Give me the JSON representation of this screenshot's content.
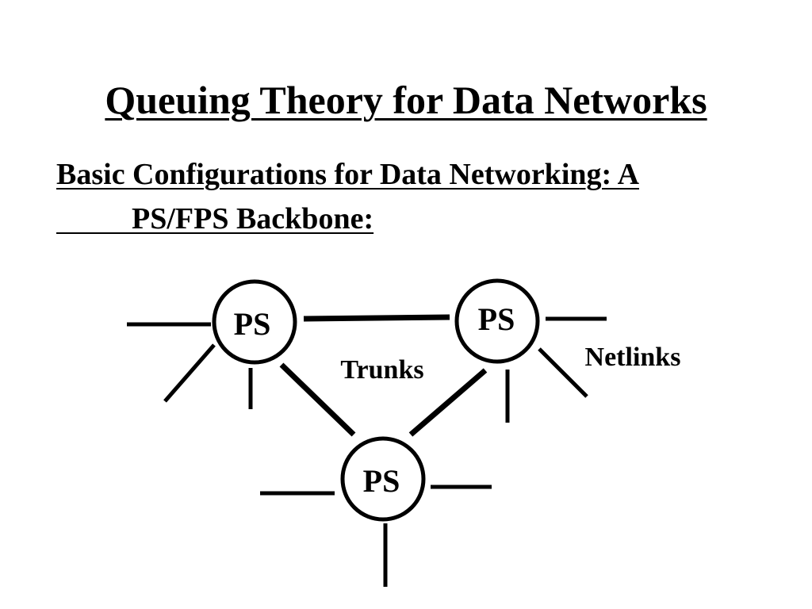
{
  "title": "Queuing Theory for Data Networks",
  "subtitle": {
    "line1": "Basic Configurations for Data Networking: A",
    "line2": "PS/FPS Backbone:",
    "line2_leading": "          "
  },
  "diagram": {
    "nodes": [
      {
        "id": "left",
        "label": "PS"
      },
      {
        "id": "right",
        "label": "PS"
      },
      {
        "id": "bottom",
        "label": "PS"
      }
    ],
    "trunks_label": "Trunks",
    "netlinks_label": "Netlinks"
  }
}
